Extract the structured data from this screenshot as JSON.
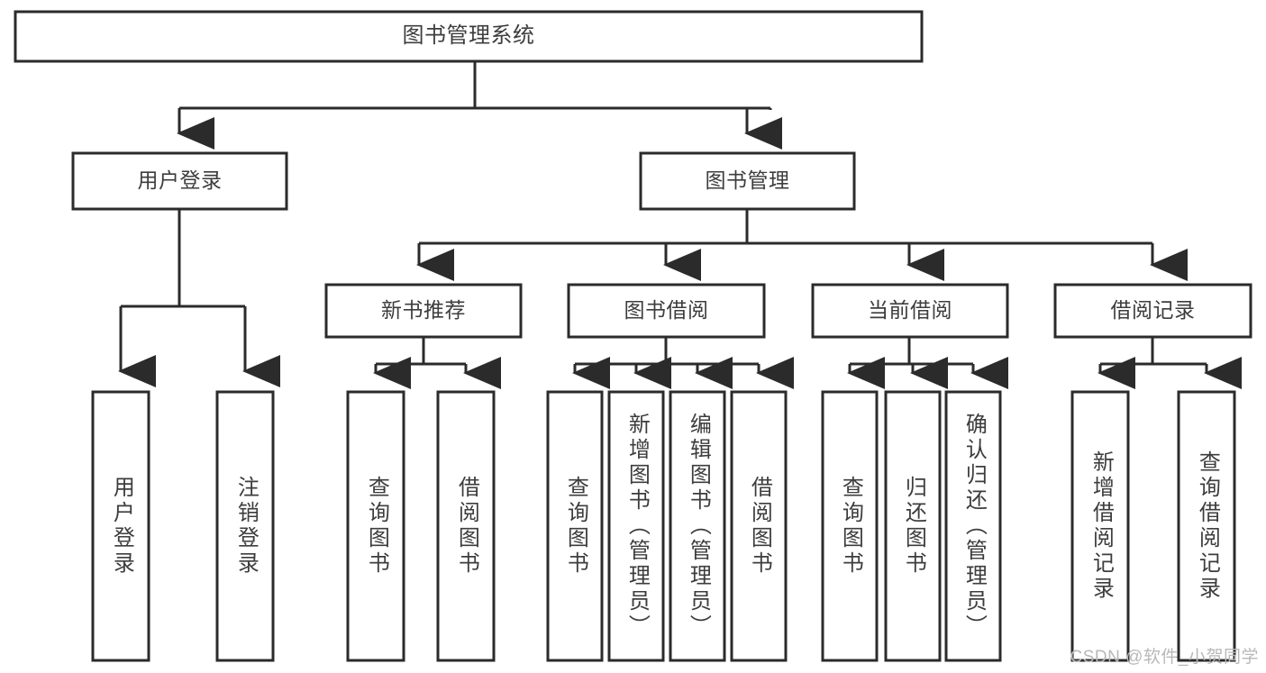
{
  "diagram": {
    "title": "图书管理系统",
    "type": "tree-hierarchy-diagram",
    "colors": {
      "box_stroke": "#2b2b2b",
      "box_fill": "#ffffff",
      "label_text": "#3d3d3d",
      "background": "#ffffff",
      "watermark_text": "#b8b8b8"
    },
    "root": {
      "label": "图书管理系统"
    },
    "level2": [
      {
        "label": "用户登录"
      },
      {
        "label": "图书管理"
      }
    ],
    "level3": [
      {
        "label": "新书推荐"
      },
      {
        "label": "图书借阅"
      },
      {
        "label": "当前借阅"
      },
      {
        "label": "借阅记录"
      }
    ],
    "leaves": {
      "user_login": [
        {
          "label": "用户登录"
        },
        {
          "label": "注销登录"
        }
      ],
      "new_book_recommend": [
        {
          "label": "查询图书"
        },
        {
          "label": "借阅图书"
        }
      ],
      "book_borrow": [
        {
          "label": "查询图书"
        },
        {
          "label": "新增图书（管理员）"
        },
        {
          "label": "编辑图书（管理员）"
        },
        {
          "label": "借阅图书"
        }
      ],
      "current_borrow": [
        {
          "label": "查询图书"
        },
        {
          "label": "归还图书"
        },
        {
          "label": "确认归还（管理员）"
        }
      ],
      "borrow_records": [
        {
          "label": "新增借阅记录"
        },
        {
          "label": "查询借阅记录"
        }
      ]
    }
  },
  "watermark": {
    "text": "CSDN @软件_小贺同学"
  }
}
